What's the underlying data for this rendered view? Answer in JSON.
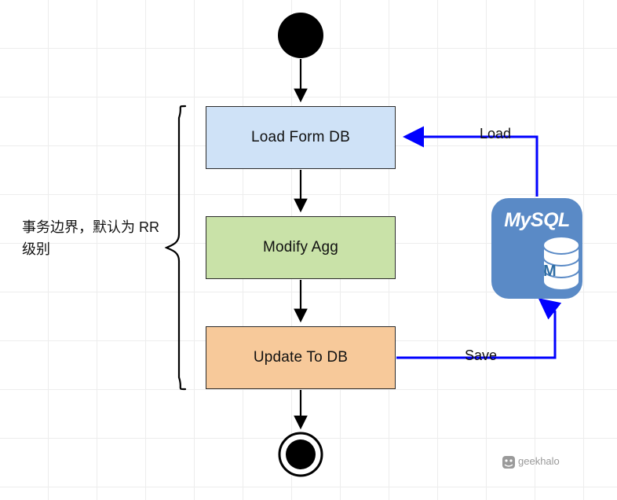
{
  "diagram": {
    "title": "Transaction boundary activity diagram",
    "nodes": [
      {
        "id": "start",
        "type": "start-node",
        "label": ""
      },
      {
        "id": "load",
        "type": "process",
        "label": "Load Form DB",
        "color": "#cfe2f7"
      },
      {
        "id": "modify",
        "type": "process",
        "label": "Modify Agg",
        "color": "#c9e2a8"
      },
      {
        "id": "update",
        "type": "process",
        "label": "Update To DB",
        "color": "#f7c99a"
      },
      {
        "id": "end",
        "type": "end-node",
        "label": ""
      }
    ],
    "edges": [
      {
        "from": "mysql",
        "to": "load",
        "label": "Load",
        "color": "#0000ff"
      },
      {
        "from": "update",
        "to": "mysql",
        "label": "Save",
        "color": "#0000ff"
      }
    ],
    "boundary_note": "事务边界，默认为 RR 级别",
    "database": {
      "name": "MySQL",
      "dolphin_letter": "M",
      "brand_color": "#5a8ac6"
    }
  },
  "watermark": {
    "label": "geekhalo",
    "icon": "wechat-icon"
  }
}
